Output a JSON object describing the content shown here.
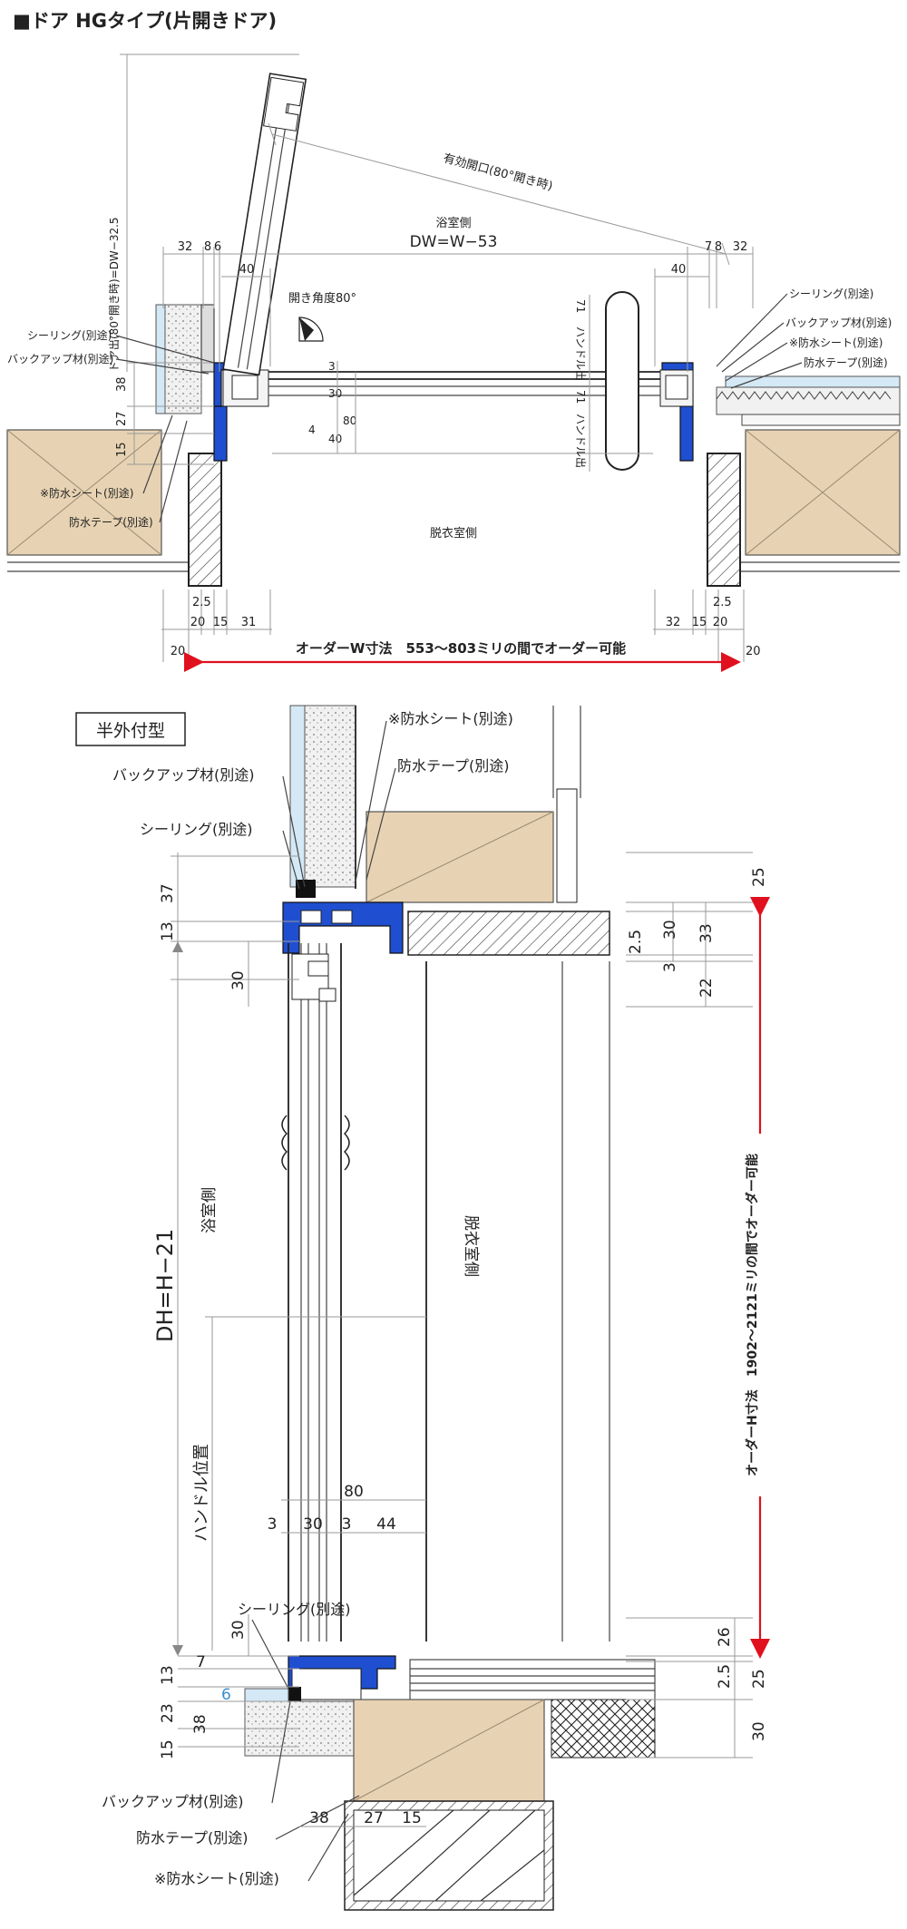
{
  "title": "■ドア HGタイプ(片開きドア)",
  "plan": {
    "effective_opening": "有効開口(80°開き時)",
    "bathroom_side": "浴室側",
    "dw_formula": "DW=W−53",
    "door_out_label": "ドア出(80°開き時)=DW−32.5",
    "open_angle": "開き角度80°",
    "dressing_side": "脱衣室側",
    "handle_out_upper": "ハンドル出",
    "handle_out_lower": "ハンドル出",
    "left_labels": {
      "sealing": "シーリング(別途)",
      "backup": "バックアップ材(別途)",
      "sheet": "※防水シート(別途)",
      "tape": "防水テープ(別途)"
    },
    "right_labels": {
      "sealing": "シーリング(別途)",
      "backup": "バックアップ材(別途)",
      "sheet": "※防水シート(別途)",
      "tape": "防水テープ(別途)"
    },
    "top_dims_left": [
      "32",
      "8",
      "6",
      "40"
    ],
    "top_dims_right": [
      "40",
      "7",
      "8",
      "32"
    ],
    "vert_dims_left": [
      "38",
      "27",
      "15"
    ],
    "inner_dims": [
      "3",
      "30",
      "80",
      "4",
      "40",
      "71",
      "71"
    ],
    "bottom_dims_left": [
      "2.5",
      "20",
      "15",
      "31",
      "20"
    ],
    "bottom_dims_right": [
      "32",
      "15",
      "20",
      "2.5",
      "20"
    ],
    "order_w": "オーダーW寸法　553〜803ミリの間でオーダー可能"
  },
  "section": {
    "box_label": "半外付型",
    "top_labels": {
      "sheet": "※防水シート(別途)",
      "tape": "防水テープ(別途)",
      "backup": "バックアップ材(別途)",
      "sealing": "シーリング(別途)"
    },
    "left_dims_top": [
      "37",
      "13",
      "30"
    ],
    "right_dims_top": [
      "25",
      "2.5",
      "30",
      "33",
      "3",
      "22"
    ],
    "bath_side": "浴室側",
    "dressing_side": "脱衣室側",
    "dh_formula": "DH=H−21",
    "handle_position": "ハンドル位置",
    "order_h": "オーダーH寸法　1902〜2121ミリの間でオーダー可能",
    "handle_dims": [
      "80",
      "3",
      "30",
      "3",
      "44"
    ],
    "bottom_labels": {
      "sealing": "シーリング(別途)",
      "backup": "バックアップ材(別途)",
      "tape": "防水テープ(別途)",
      "sheet": "※防水シート(別途)"
    },
    "left_dims_bottom": [
      "30",
      "7",
      "13",
      "6",
      "23",
      "38",
      "15"
    ],
    "right_dims_bottom": [
      "26",
      "2.5",
      "25",
      "30"
    ],
    "floor_dims": [
      "38",
      "27",
      "15"
    ]
  }
}
